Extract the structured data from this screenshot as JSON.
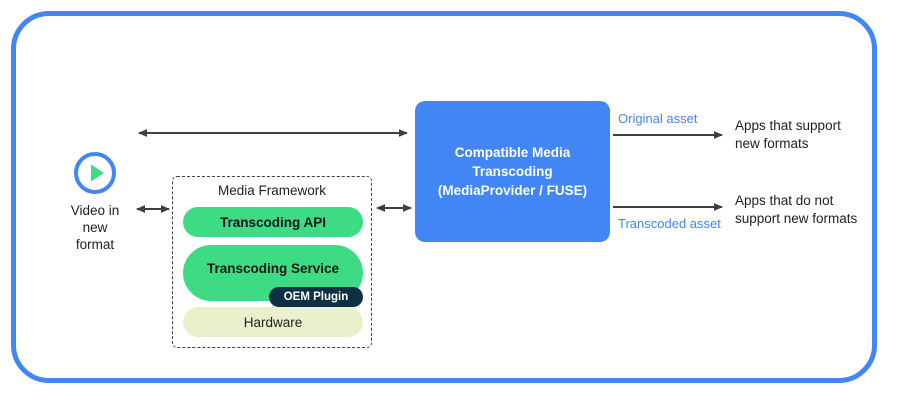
{
  "frame": {
    "accent_color": "#4285f4"
  },
  "video_source": {
    "icon": "play-circle-icon",
    "label": "Video in\nnew\nformat",
    "ring_color": "#4285f4",
    "triangle_color": "#3ddc84"
  },
  "media_framework": {
    "title": "Media Framework",
    "border_style": "dashed",
    "layers": [
      {
        "name": "transcoding-api",
        "label": "Transcoding API",
        "color": "#3ddc84",
        "bold": true
      },
      {
        "name": "transcoding-service",
        "label": "Transcoding Service",
        "color": "#3ddc84",
        "bold": true
      },
      {
        "name": "hardware",
        "label": "Hardware",
        "color": "#ebf0cc",
        "bold": false
      }
    ],
    "badge": {
      "label": "OEM Plugin",
      "color": "#0f2f44",
      "text_color": "#ffffff"
    }
  },
  "cmt_box": {
    "label": "Compatible Media\nTranscoding\n(MediaProvider / FUSE)",
    "color": "#4285f4",
    "text_color": "#ffffff"
  },
  "connectors": [
    {
      "name": "video-to-cmt",
      "direction": "bidirectional"
    },
    {
      "name": "video-to-framework",
      "direction": "bidirectional"
    },
    {
      "name": "framework-to-cmt",
      "direction": "bidirectional"
    },
    {
      "name": "cmt-to-apps-support",
      "direction": "right"
    },
    {
      "name": "cmt-to-apps-nosupport",
      "direction": "right"
    }
  ],
  "outputs": [
    {
      "asset_label": "Original asset",
      "asset_color": "#4285f4",
      "target_label": "Apps that support\nnew formats"
    },
    {
      "asset_label": "Transcoded asset",
      "asset_color": "#4285f4",
      "target_label": "Apps that do not\nsupport new formats"
    }
  ]
}
